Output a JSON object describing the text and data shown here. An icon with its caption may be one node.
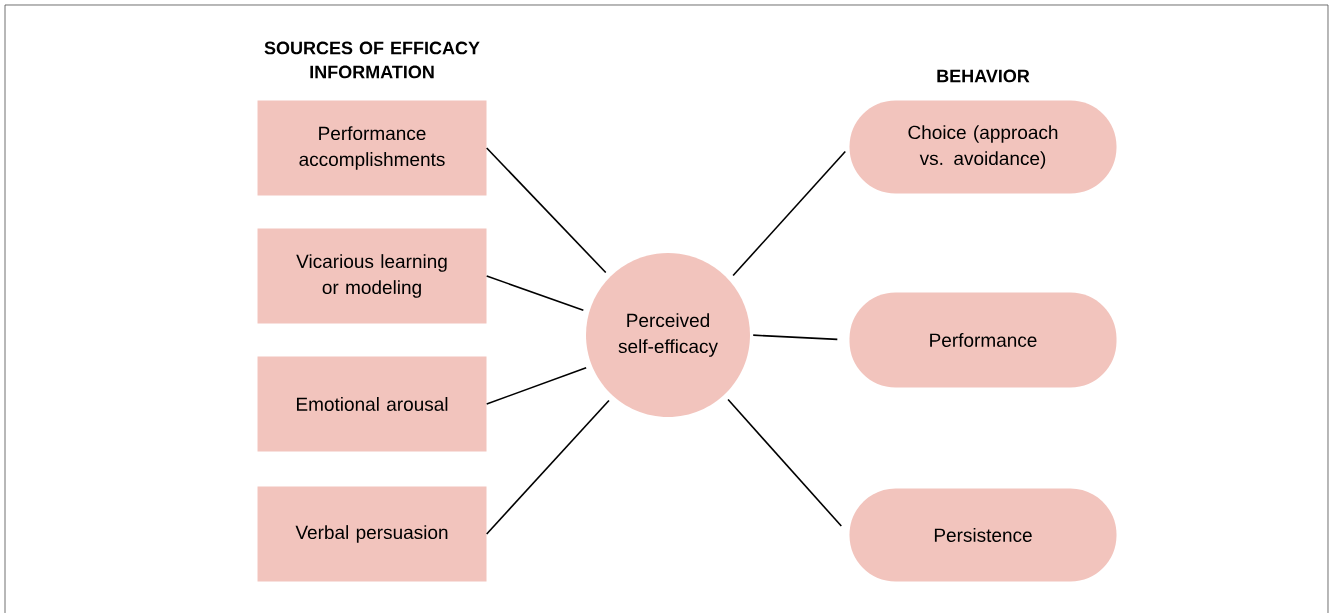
{
  "diagram": {
    "nodes": [
      {
        "text": [
          "Performance accomplishments"
        ]
      },
      {
        "text": [
          "Vicarious learning or modeling"
        ]
      },
      {
        "text": [
          "Emotional arousal"
        ]
      },
      {
        "text": [
          "Verbal persuasion"
        ]
      },
      {
        "text": [
          "Perceived self-efficacy"
        ]
      },
      {
        "text": [
          "Choice (approach vs. avoidance)"
        ]
      },
      {
        "text": [
          "Performance"
        ]
      },
      {
        "text": [
          "Persistence"
        ]
      }
    ],
    "edges": [
      {
        "from": 0,
        "to": 4,
        "arrow": "none"
      },
      {
        "from": 1,
        "to": 4,
        "arrow": "none"
      },
      {
        "from": 2,
        "to": 4,
        "arrow": "none"
      },
      {
        "from": 3,
        "to": 4,
        "arrow": "none"
      },
      {
        "from": 4,
        "to": 5,
        "arrow": "none"
      },
      {
        "from": 4,
        "to": 6,
        "arrow": "none"
      },
      {
        "from": 4,
        "to": 7,
        "arrow": "none"
      }
    ],
    "labels": [
      "SOURCES OF EFFICACY INFORMATION",
      "BEHAVIOR"
    ]
  }
}
